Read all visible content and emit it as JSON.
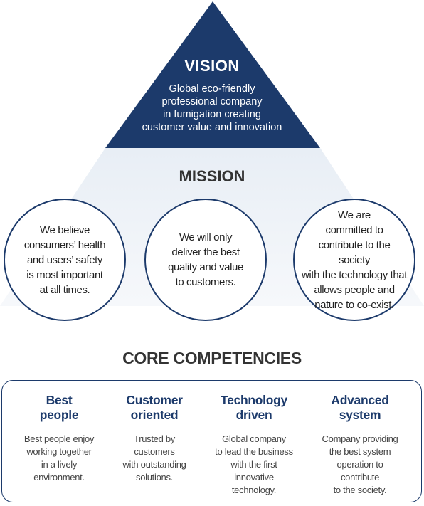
{
  "vision": {
    "title": "VISION",
    "lines": [
      "Global eco-friendly",
      "professional company",
      "in fumigation creating",
      "customer value and innovation"
    ]
  },
  "mission": {
    "title": "MISSION",
    "items": [
      {
        "lines": [
          "We believe",
          "consumers’ health",
          "and users’ safety",
          "is most important",
          "at all times."
        ]
      },
      {
        "lines": [
          "We will only",
          "deliver the best",
          "quality and value",
          "to customers."
        ]
      },
      {
        "lines": [
          "We are",
          "committed to",
          "contribute to the society",
          "with the technology that",
          "allows people and",
          "nature to co-exist."
        ]
      }
    ]
  },
  "core": {
    "title": "CORE COMPETENCIES",
    "items": [
      {
        "title_lines": [
          "Best",
          "people"
        ],
        "text_lines": [
          "Best people enjoy",
          "working together",
          "in a lively",
          "environment."
        ]
      },
      {
        "title_lines": [
          "Customer",
          "oriented"
        ],
        "text_lines": [
          "Trusted by",
          "customers",
          "with outstanding",
          "solutions."
        ]
      },
      {
        "title_lines": [
          "Technology",
          "driven"
        ],
        "text_lines": [
          "Global company",
          "to lead the business",
          "with the first",
          "innovative",
          "technology."
        ]
      },
      {
        "title_lines": [
          "Advanced",
          "system"
        ],
        "text_lines": [
          "Company providing",
          "the best system",
          "operation to",
          "contribute",
          "to the society."
        ]
      }
    ]
  },
  "colors": {
    "navy": "#1c3a6b",
    "light_band": "#eef3f8",
    "accent_text": "#1c3a6b"
  }
}
